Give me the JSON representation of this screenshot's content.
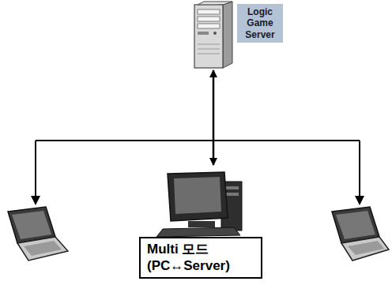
{
  "diagram": {
    "nodes": [
      {
        "text": [
          "Logic Game Server"
        ]
      },
      {
        "text": [
          "Multi 모드 (PC↔Server)"
        ]
      }
    ],
    "edges": [
      {
        "from": 0,
        "to": 1,
        "arrow": "both"
      }
    ]
  }
}
